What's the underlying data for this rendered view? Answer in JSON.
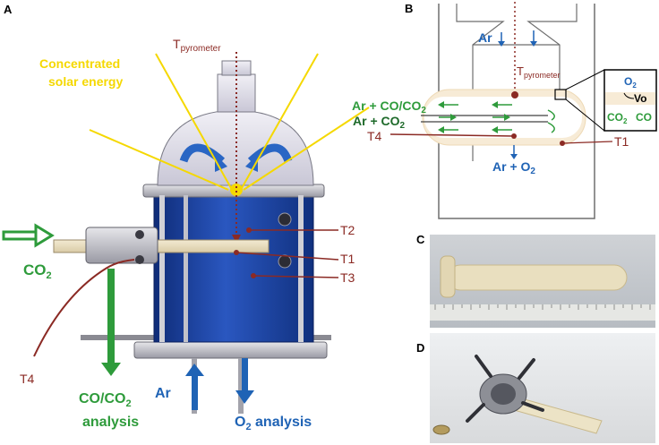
{
  "panels": {
    "a": "A",
    "b": "B",
    "c": "C",
    "d": "D"
  },
  "panel_a": {
    "solar_line1": "Concentrated",
    "solar_line2": "solar energy",
    "pyrometer_main": "T",
    "pyrometer_sub": "pyrometer",
    "t2": "T2",
    "t1": "T1",
    "t3": "T3",
    "t4": "T4",
    "co2_inlet": "CO",
    "co2_inlet_sub": "2",
    "coco2_line1_a": "CO/CO",
    "coco2_line1_sub": "2",
    "coco2_line2": "analysis",
    "ar": "Ar",
    "o2_main": "O",
    "o2_sub": "2",
    "o2_rest": " analysis"
  },
  "panel_b": {
    "ar_top": "Ar",
    "pyrometer_main": "T",
    "pyrometer_sub": "pyrometer",
    "ar_coco2_a": "Ar + CO/CO",
    "ar_coco2_sub": "2",
    "ar_co2_a": "Ar + CO",
    "ar_co2_sub": "2",
    "t4": "T4",
    "t1": "T1",
    "ar_o2_a": "Ar + O",
    "ar_o2_sub": "2",
    "inset_o2_a": "O",
    "inset_o2_sub": "2",
    "inset_vo": "Vo",
    "inset_co2_a": "CO",
    "inset_co2_sub": "2",
    "inset_co": "CO"
  },
  "colors": {
    "green": "#2e9b3b",
    "dark_green": "#1e6a2a",
    "blue": "#1f63b5",
    "maroon": "#8b2a24",
    "yellow": "#f5d800",
    "reactor_blue": "#1c3f9c"
  }
}
